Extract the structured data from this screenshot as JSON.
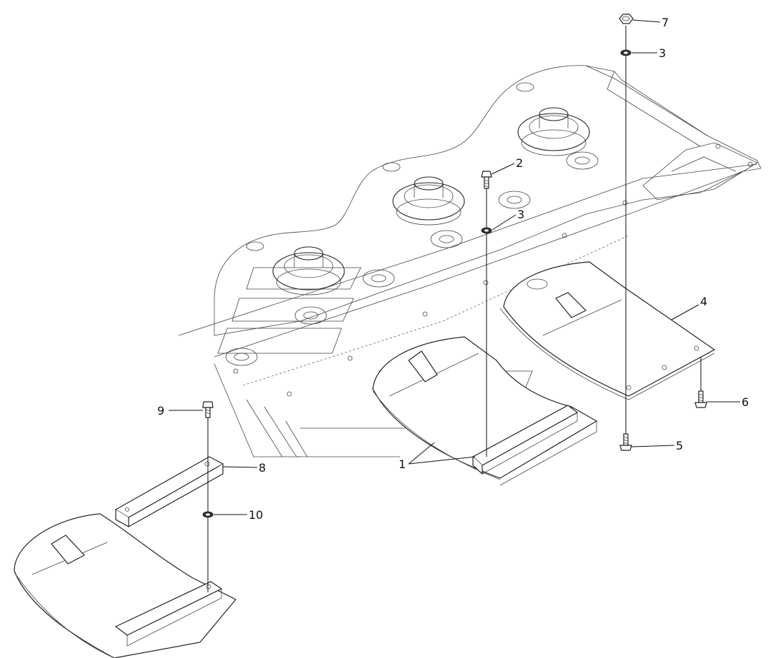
{
  "callouts": [
    {
      "id": "c7",
      "label": "7"
    },
    {
      "id": "c3a",
      "label": "3"
    },
    {
      "id": "c2",
      "label": "2"
    },
    {
      "id": "c3b",
      "label": "3"
    },
    {
      "id": "c4",
      "label": "4"
    },
    {
      "id": "c6",
      "label": "6"
    },
    {
      "id": "c5",
      "label": "5"
    },
    {
      "id": "c1",
      "label": "1"
    },
    {
      "id": "c8",
      "label": "8"
    },
    {
      "id": "c9",
      "label": "9"
    },
    {
      "id": "c10",
      "label": "10"
    }
  ],
  "colors": {
    "line": "#222222",
    "background": "#ffffff"
  }
}
